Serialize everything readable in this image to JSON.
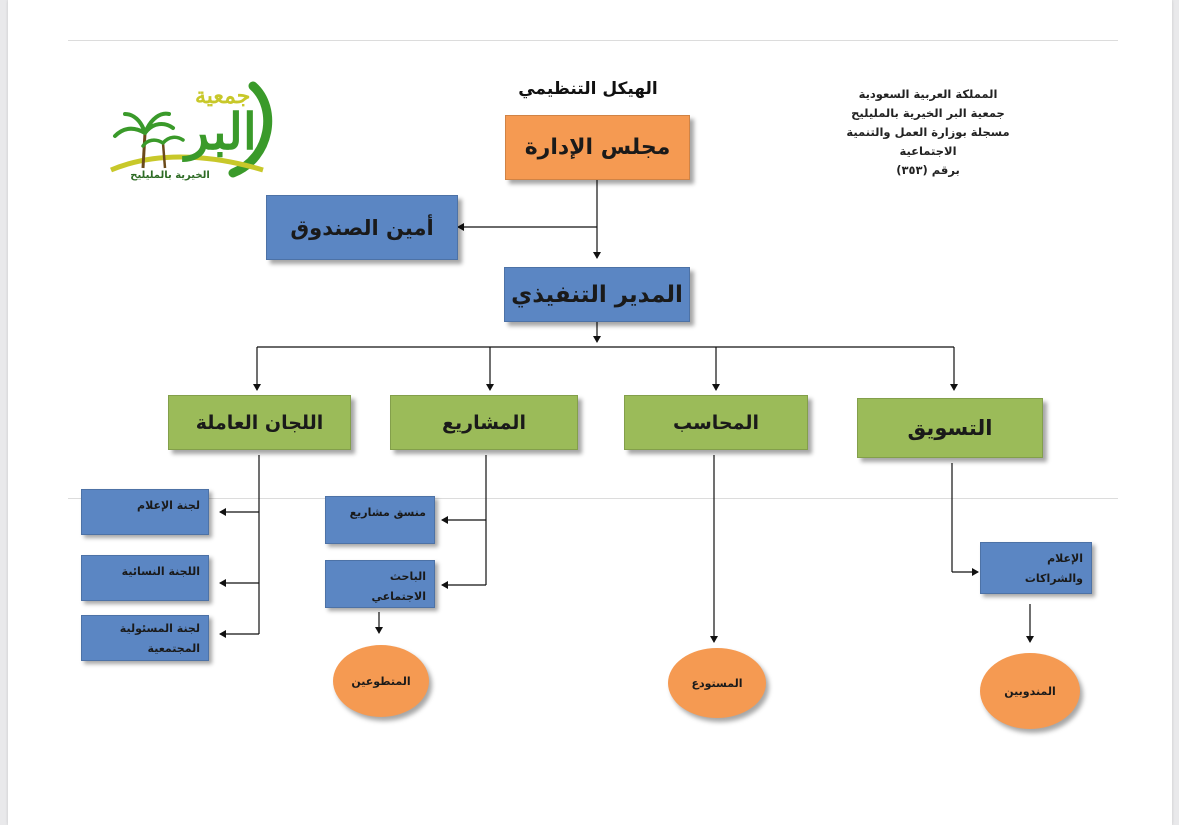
{
  "header": {
    "line1": "المملكة العربية السعودية",
    "line2": "جمعية البر الخيرية بالمليليح",
    "line3": "مسجلة بوزارة العمل والتنمية الاجتماعية",
    "line4": "برقم (٣٥٣)"
  },
  "logo": {
    "text_top": "جمعية",
    "text_main": "البر",
    "text_bottom": "الخيرية بالمليليح",
    "colors": {
      "green": "#3a9a2a",
      "yellow": "#c8c82a"
    }
  },
  "title": "الهيكل التنظيمي",
  "nodes": {
    "board": "مجلس الإدارة",
    "treasurer": "أمين الصندوق",
    "executive": "المدير التنفيذي",
    "committees": "اللجان العاملة",
    "projects": "المشاريع",
    "accountant": "المحاسب",
    "marketing": "التسويق",
    "media_committee": "لجنة الإعلام",
    "women_committee": "اللجنة النسائية",
    "social_committee": "لجنة المسئولية المجتمعية",
    "projects_coordinator": "منسق مشاريع",
    "social_researcher": "الباحث الاجتماعي",
    "media_partnerships": "الإعلام والشراكات",
    "volunteers": "المتطوعين",
    "warehouse": "المستودع",
    "delegates": "المندوبين"
  },
  "colors": {
    "orange": "#f59a52",
    "blue": "#5b86c3",
    "green": "#9bbb59"
  }
}
